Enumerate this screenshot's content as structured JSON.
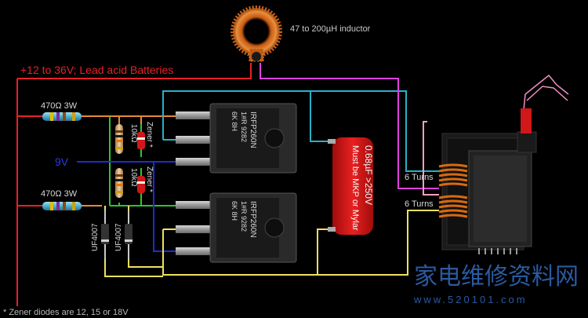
{
  "labels": {
    "inductor": "47 to 200µH inductor",
    "supply": "+12 to 36V; Lead acid Batteries",
    "resistor_top": "470Ω 3W",
    "resistor_bottom": "470Ω 3W",
    "gate_voltage": "9V",
    "res_10k_top": "10kΩ",
    "res_10k_bottom": "10kΩ",
    "zener_top": "Zener *",
    "zener_bottom": "Zener *",
    "diode_left": "UF4007",
    "diode_right": "UF4007",
    "capacitor_line1": "0.68µF >250V",
    "capacitor_line2": "Must be MKP or Mylar",
    "turns_top": "6 Turns",
    "turns_bottom": "6 Turns",
    "footnote": "* Zener diodes are 12, 15 or 18V",
    "watermark_cn": "家电维修资料网",
    "watermark_url": "www.520101.com"
  },
  "mosfet_top": {
    "line1": "IRFP260N",
    "line2": "1#R 9282",
    "line3": "6K 8H"
  },
  "mosfet_bottom": {
    "line1": "IRFP260N",
    "line2": "1#R 9282",
    "line3": "6K 8H"
  },
  "colors": {
    "red": "#e8202a",
    "cyan": "#2ab0c8",
    "blue": "#1f2cd8",
    "green": "#2ec52e",
    "orange": "#e88a3a",
    "yellow": "#f0e060",
    "magenta": "#e040e0",
    "pink": "#f0a0c0",
    "capacitor": "#e01818",
    "metal": "#9a9a9a"
  }
}
